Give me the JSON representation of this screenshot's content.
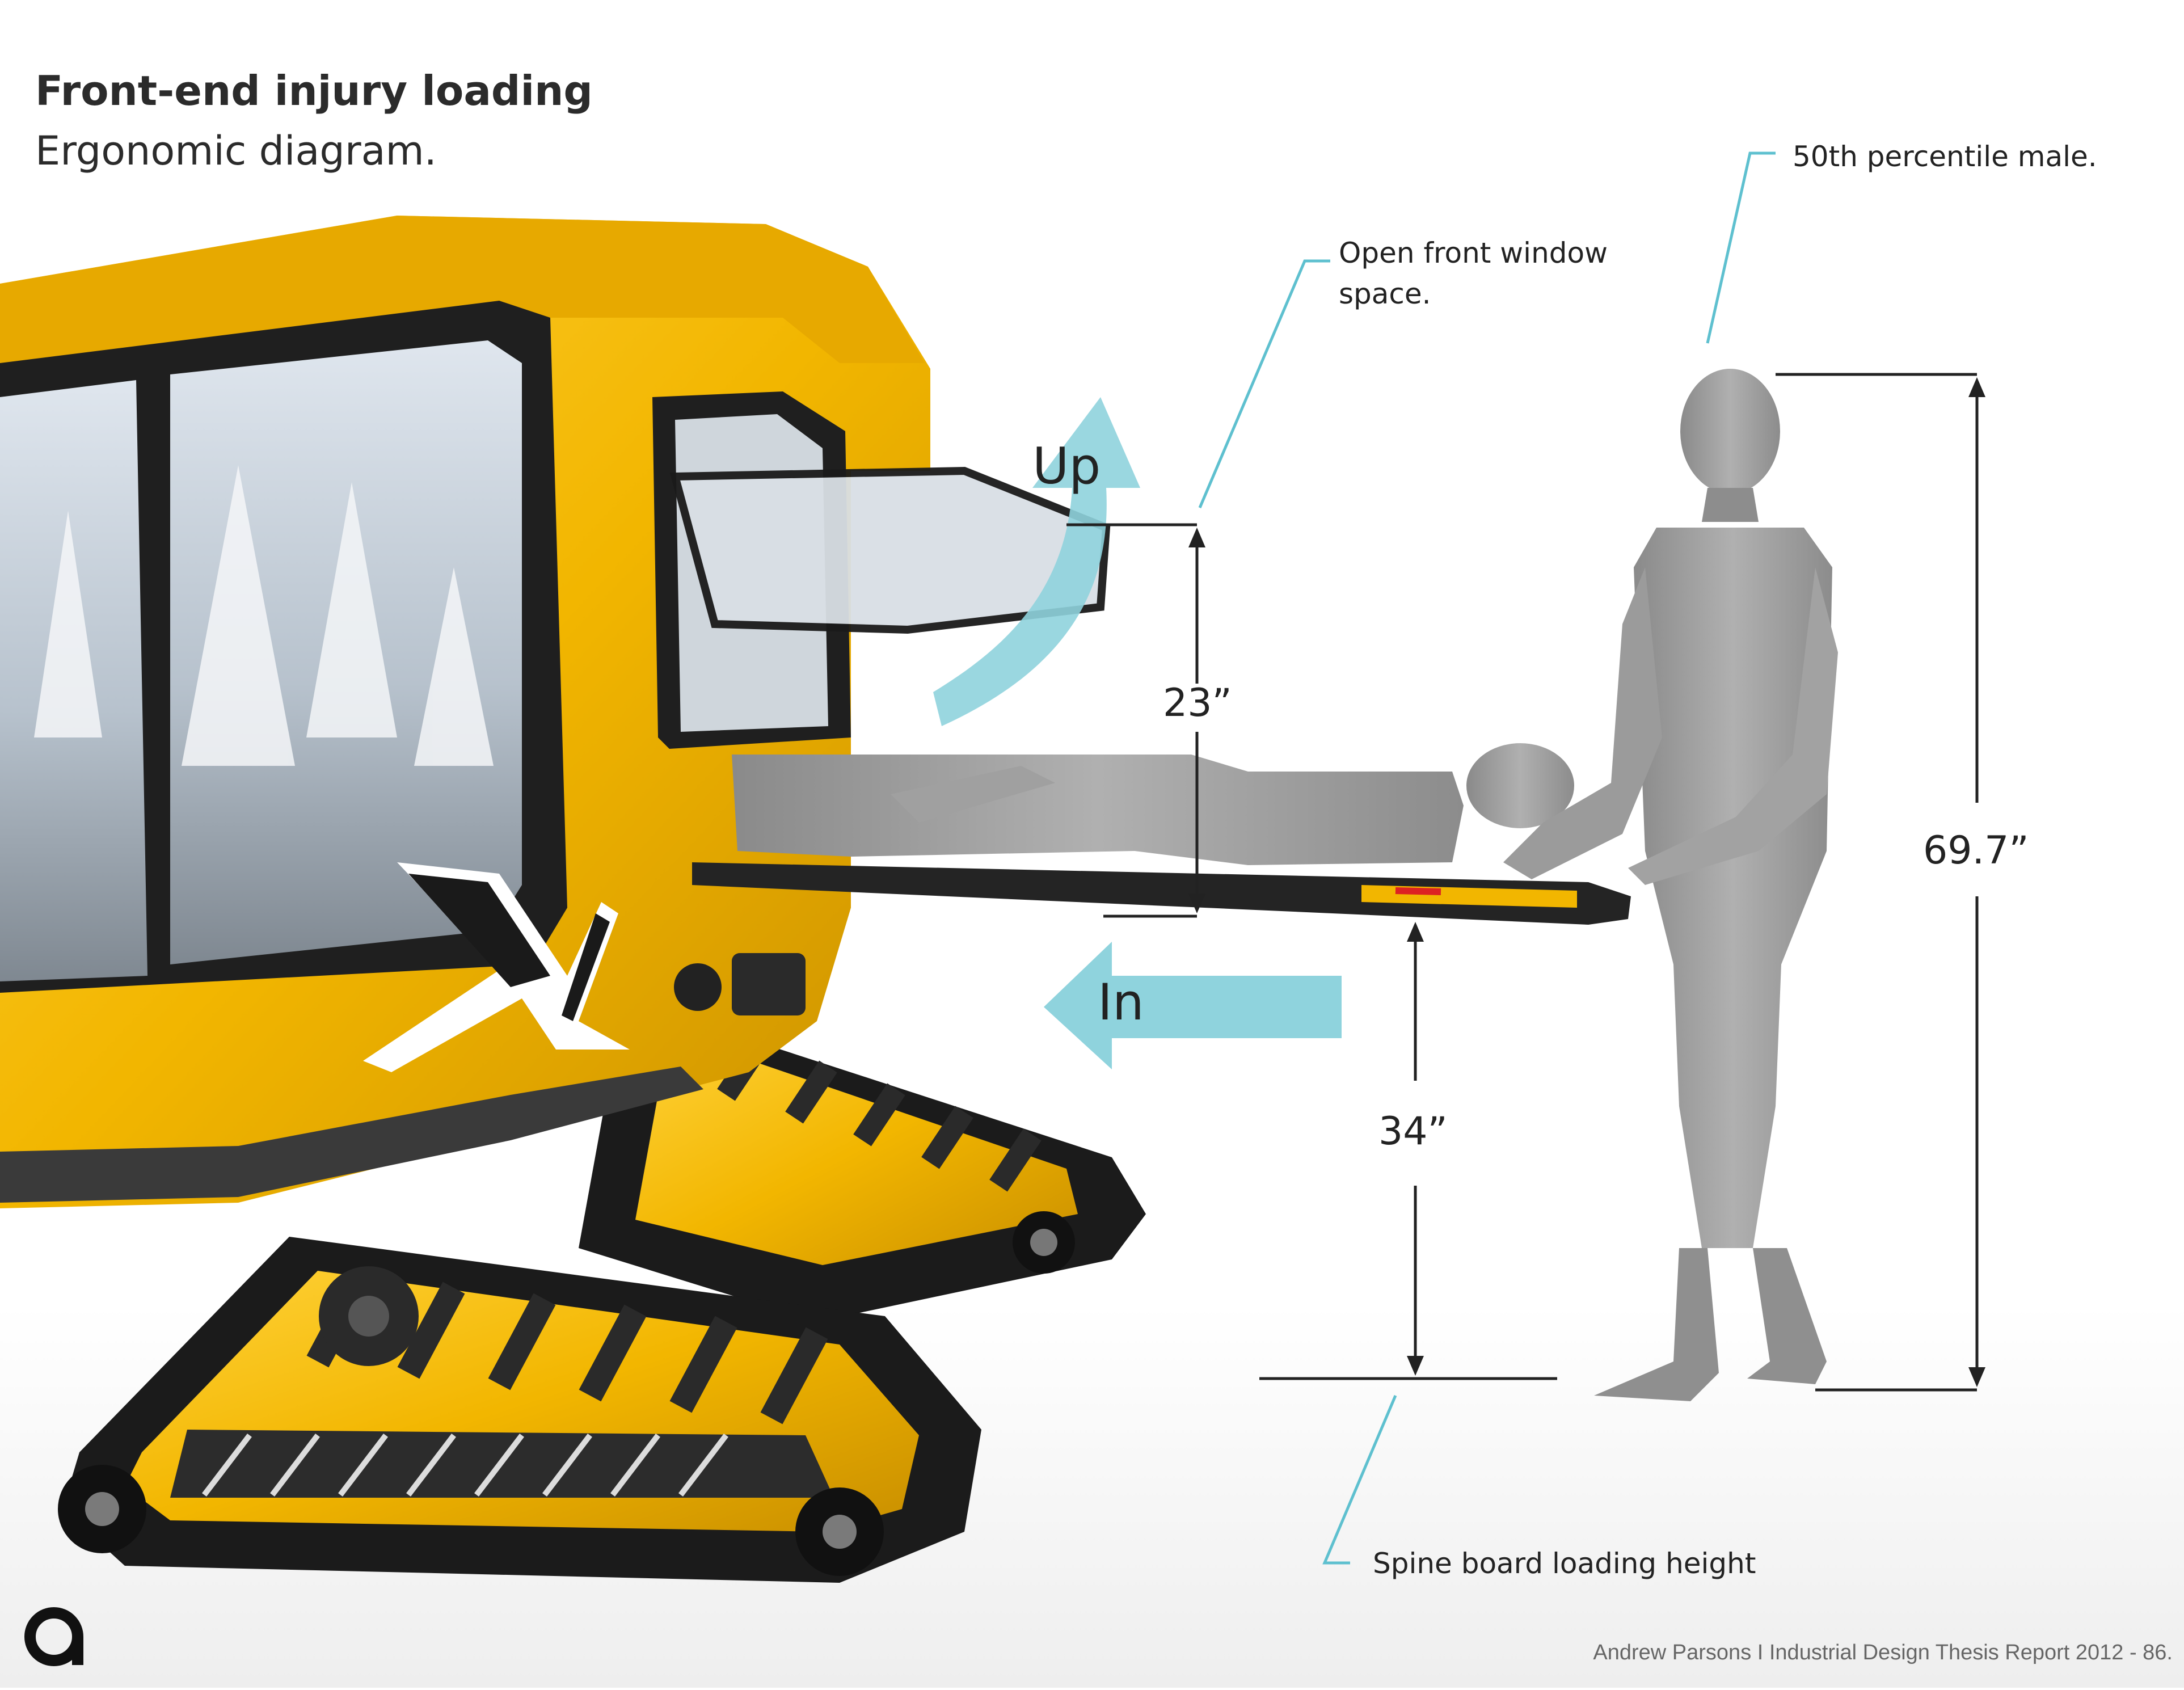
{
  "header": {
    "title": "Front-end injury loading",
    "subtitle": "Ergonomic diagram."
  },
  "annotations": {
    "male_label": "50th percentile male.",
    "window_label": "Open front window space.",
    "spine_label": "Spine board loading height"
  },
  "dimensions": {
    "window_opening": "23”",
    "board_height": "34”",
    "male_height": "69.7”"
  },
  "arrows": {
    "up_label": "Up",
    "in_label": "In"
  },
  "footer": {
    "credit": "Andrew Parsons  I  Industrial Design Thesis Report 2012 - 86."
  },
  "colors": {
    "vehicle_yellow": "#f2b600",
    "vehicle_dark": "#1f1f1f",
    "arrow_cyan": "#8fd3dd",
    "leader_cyan": "#5ec0cf",
    "figure_gray": "#9a9a9a"
  },
  "icons": {
    "logo": "ap-monogram-logo"
  }
}
